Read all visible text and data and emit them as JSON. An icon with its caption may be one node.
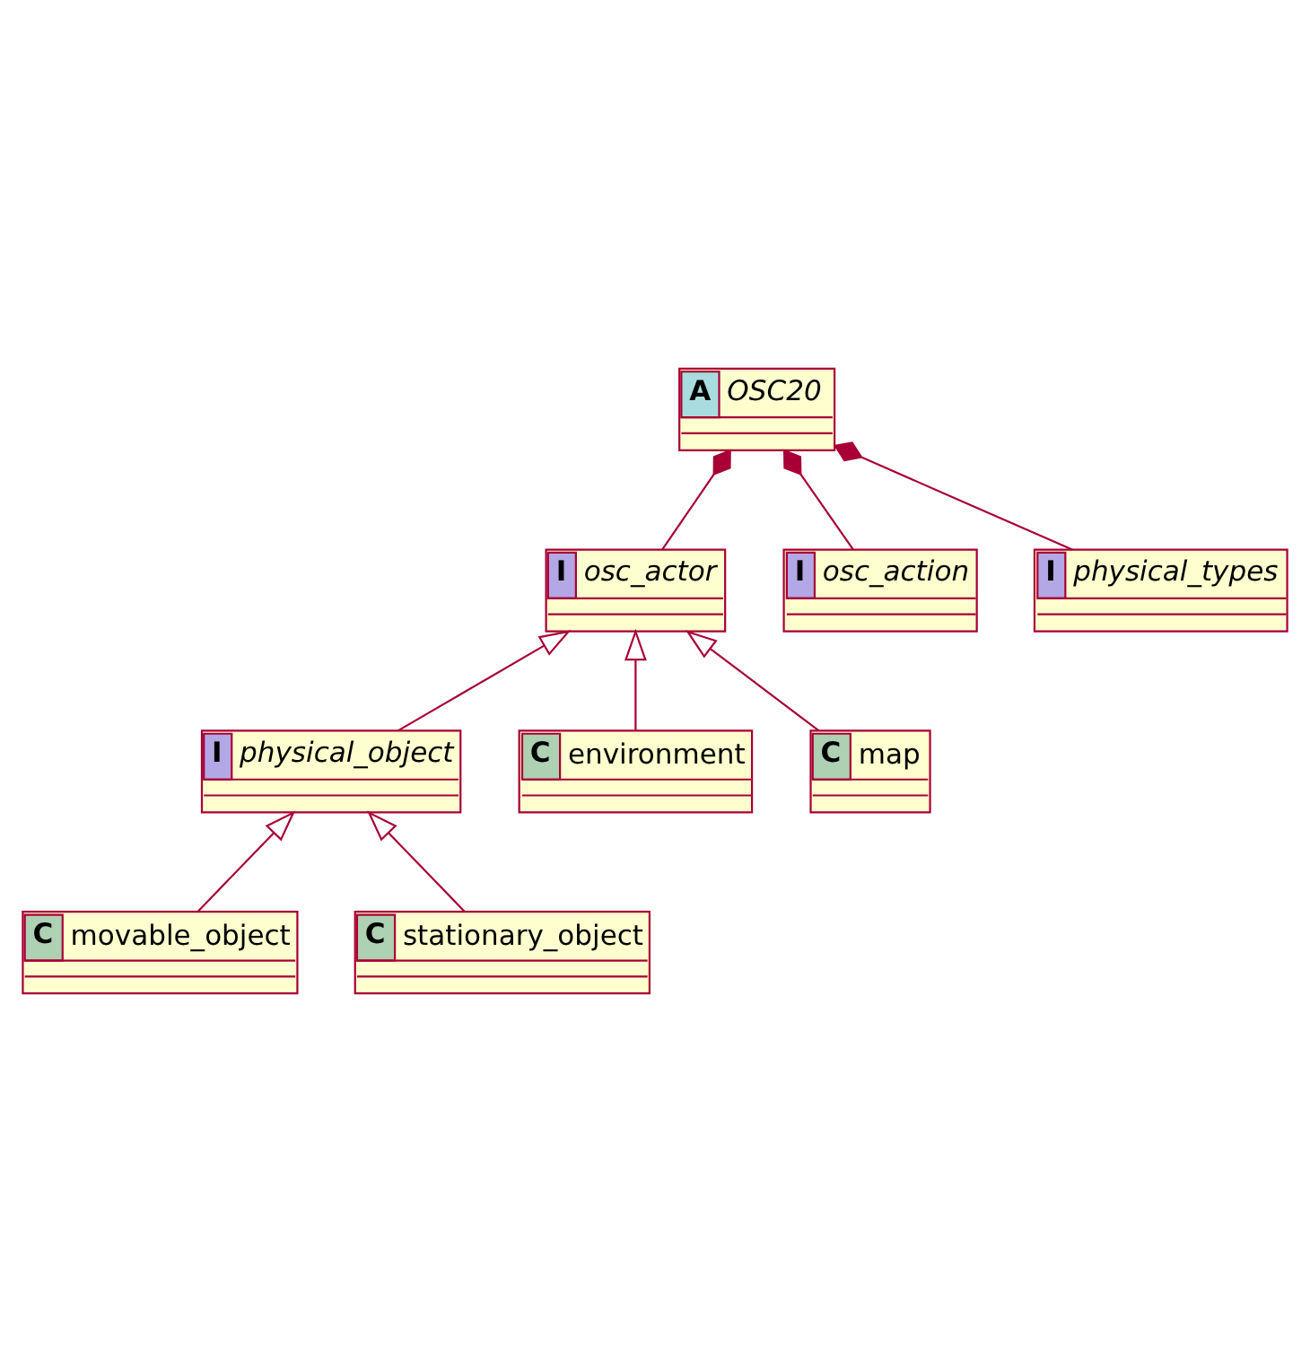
{
  "diagram": {
    "nodes": [
      {
        "text": [
          "A",
          "OSC20"
        ]
      },
      {
        "text": [
          "I",
          "osc_actor"
        ]
      },
      {
        "text": [
          "I",
          "osc_action"
        ]
      },
      {
        "text": [
          "I",
          "physical_types"
        ]
      },
      {
        "text": [
          "I",
          "physical_object"
        ]
      },
      {
        "text": [
          "C",
          "environment"
        ]
      },
      {
        "text": [
          "C",
          "map"
        ]
      },
      {
        "text": [
          "C",
          "movable_object"
        ]
      },
      {
        "text": [
          "C",
          "stationary_object"
        ]
      }
    ],
    "edges": [
      {
        "from": 0,
        "to": 1,
        "arrow": "other"
      },
      {
        "from": 0,
        "to": 2,
        "arrow": "other"
      },
      {
        "from": 0,
        "to": 3,
        "arrow": "other"
      },
      {
        "from": 4,
        "to": 1,
        "arrow": "to"
      },
      {
        "from": 5,
        "to": 1,
        "arrow": "to"
      },
      {
        "from": 6,
        "to": 1,
        "arrow": "to"
      },
      {
        "from": 7,
        "to": 4,
        "arrow": "to"
      },
      {
        "from": 8,
        "to": 4,
        "arrow": "to"
      }
    ]
  }
}
